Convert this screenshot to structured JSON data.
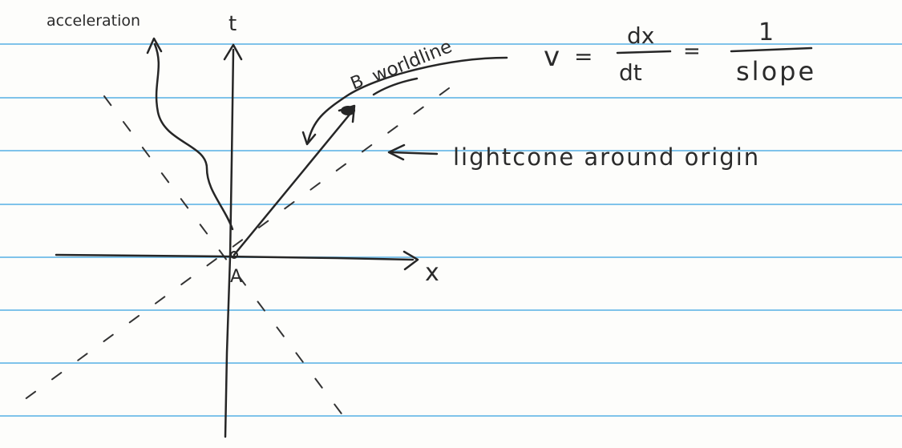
{
  "labels": {
    "acceleration": "acceleration",
    "t_axis": "t",
    "x_axis": "x",
    "origin": "A",
    "point_b": "B",
    "worldline": "worldline",
    "lightcone": "lightcone around origin"
  },
  "formula": {
    "v": "v",
    "equals1": "=",
    "dx": "dx",
    "dt": "dt",
    "equals2": "=",
    "one": "1",
    "slope": "slope"
  },
  "colors": {
    "ink": "#262626",
    "rule": "#7fc3ea",
    "paper": "#fdfdfb"
  }
}
